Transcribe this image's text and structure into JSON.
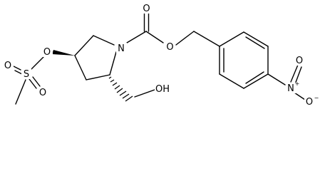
{
  "molecule": {
    "atoms": {
      "O_carbonyl": "O",
      "N_ring": "N",
      "O_ester": "O",
      "O_mesyl": "O",
      "S": "S",
      "O_s1": "O",
      "O_s2": "O",
      "OH": "OH",
      "N_nitro": "N",
      "N_nitro_charge": "+",
      "O_nitro_top": "O",
      "O_nitro_bottom": "O",
      "O_nitro_charge": "−"
    }
  }
}
